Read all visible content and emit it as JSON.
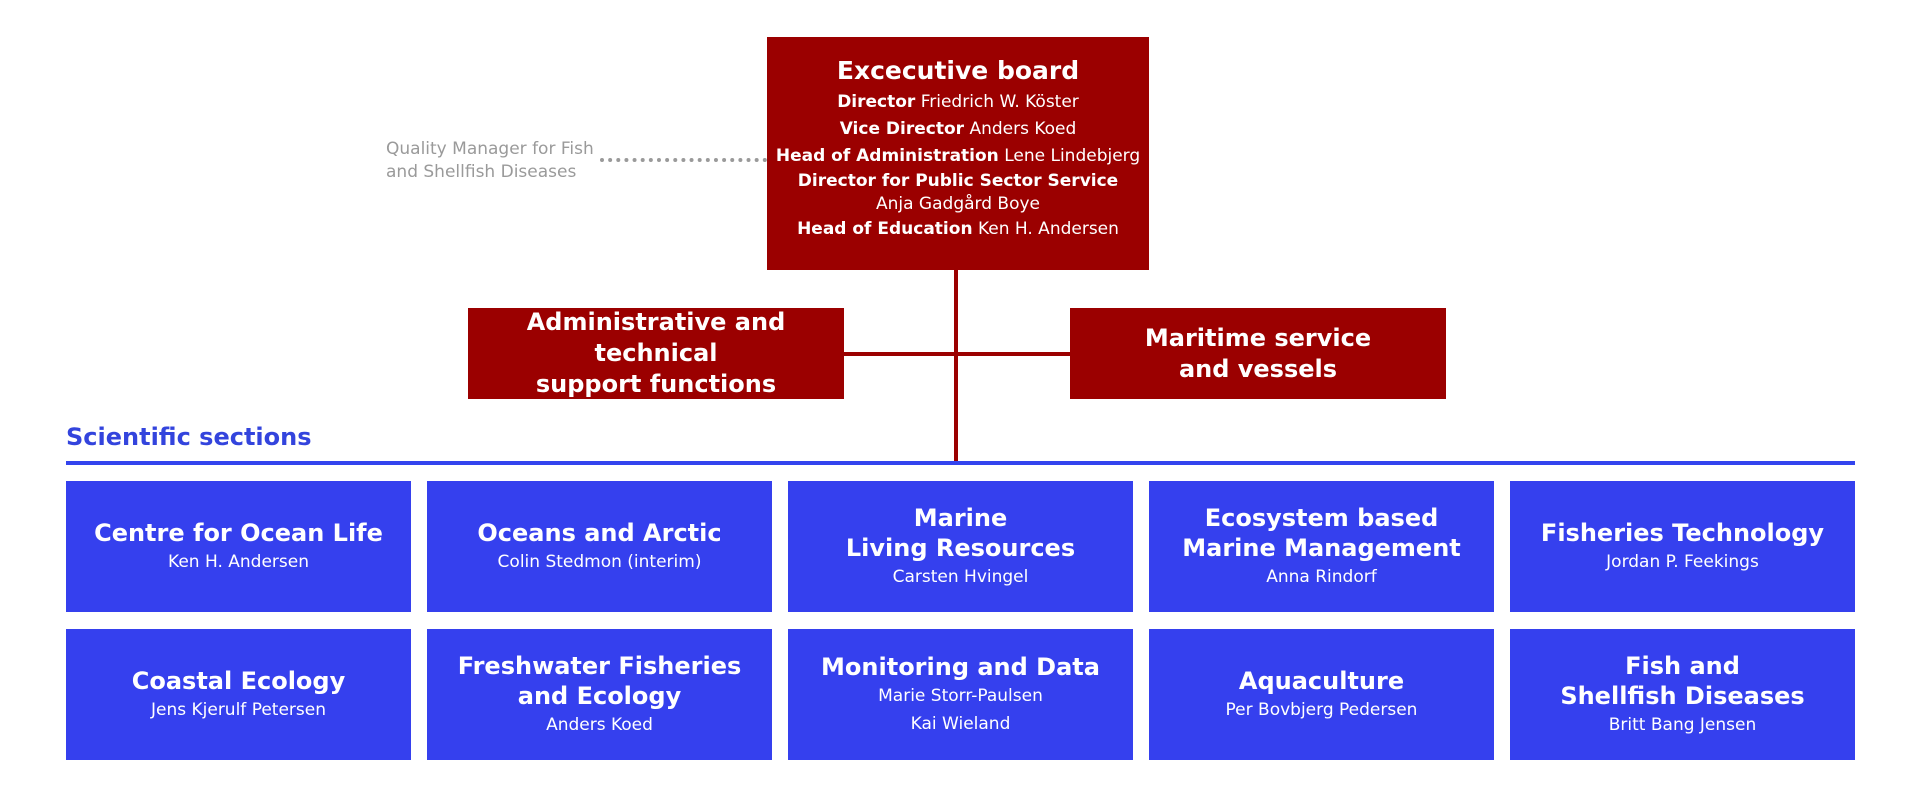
{
  "executive_board": {
    "title": "Excecutive board",
    "members": [
      {
        "role": "Director",
        "name": "Friedrich W. Köster"
      },
      {
        "role": "Vice Director",
        "name": "Anders Koed"
      },
      {
        "role": "Head of Administration",
        "name": "Lene Lindebjerg"
      },
      {
        "role": "Director for Public Sector Service",
        "name": "Anja Gadgård Boye"
      },
      {
        "role": "Head of Education",
        "name": "Ken H. Andersen"
      }
    ]
  },
  "quality_manager": {
    "text": "Quality Manager for Fish\nand Shellfish Diseases"
  },
  "support": {
    "left": "Administrative and technical\nsupport functions",
    "right": "Maritime service\nand vessels"
  },
  "scientific_sections": {
    "heading": "Scientific sections",
    "sections": [
      {
        "name": "Centre for Ocean Life",
        "head": "Ken H. Andersen"
      },
      {
        "name": "Oceans and Arctic",
        "head": "Colin Stedmon (interim)"
      },
      {
        "name": "Marine\nLiving Resources",
        "head": "Carsten Hvingel"
      },
      {
        "name": "Ecosystem based\nMarine Management",
        "head": "Anna Rindorf"
      },
      {
        "name": "Fisheries Technology",
        "head": "Jordan P. Feekings"
      },
      {
        "name": "Coastal Ecology",
        "head": "Jens Kjerulf Petersen"
      },
      {
        "name": "Freshwater Fisheries\nand Ecology",
        "head": "Anders Koed"
      },
      {
        "name": "Monitoring and Data",
        "head": "Marie Storr-Paulsen\nKai Wieland"
      },
      {
        "name": "Aquaculture",
        "head": "Per Bovbjerg Pedersen"
      },
      {
        "name": "Fish and\nShellfish Diseases",
        "head": "Britt Bang Jensen"
      }
    ]
  },
  "colors": {
    "executive_red": "#9b0000",
    "section_blue": "#3540ee",
    "note_gray": "#9a9a9a"
  }
}
